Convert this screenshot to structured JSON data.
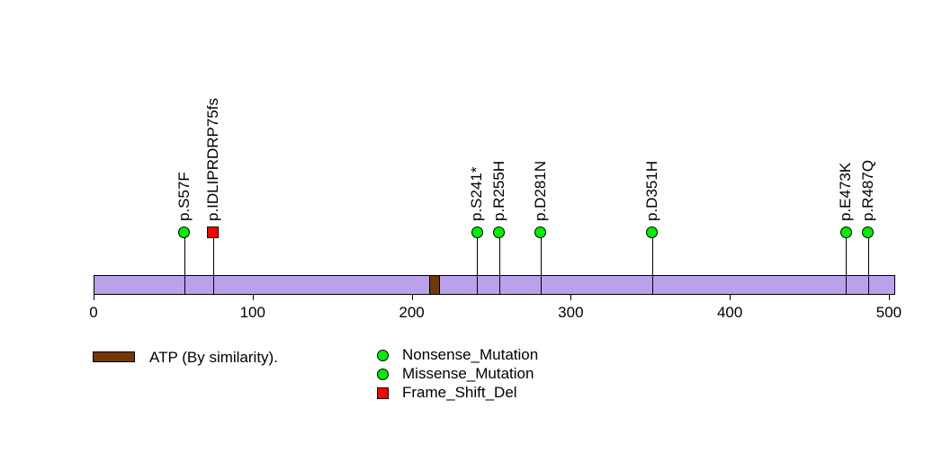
{
  "figure": {
    "background_color": "#FFFFFF",
    "text_color": "#000000"
  },
  "chart_data": {
    "type": "lollipop",
    "title": "",
    "xlabel": "",
    "ylabel": "",
    "axis": {
      "domain_min": 0,
      "domain_max": 504,
      "ticks": [
        0,
        100,
        200,
        300,
        400,
        500
      ],
      "grid": false
    },
    "protein_bar": {
      "start": 0,
      "end": 504,
      "fill_color": "#BAA1EB",
      "border_color": "#000000"
    },
    "domains": [
      {
        "name": "ATP (By similarity).",
        "start": 211,
        "end": 218,
        "fill_color": "#6E3907",
        "border_color": "#000000"
      }
    ],
    "mutations": [
      {
        "label": "p.S57F",
        "position": 57,
        "type": "Missense_Mutation",
        "shape": "circle",
        "color": "#00EE00"
      },
      {
        "label": "p.IDLIPRDRP75fs",
        "position": 75,
        "type": "Frame_Shift_Del",
        "shape": "square",
        "color": "#FF0000"
      },
      {
        "label": "p.S241*",
        "position": 241,
        "type": "Nonsense_Mutation",
        "shape": "circle",
        "color": "#00EE00"
      },
      {
        "label": "p.R255H",
        "position": 255,
        "type": "Missense_Mutation",
        "shape": "circle",
        "color": "#00EE00"
      },
      {
        "label": "p.D281N",
        "position": 281,
        "type": "Missense_Mutation",
        "shape": "circle",
        "color": "#00EE00"
      },
      {
        "label": "p.D351H",
        "position": 351,
        "type": "Missense_Mutation",
        "shape": "circle",
        "color": "#00EE00"
      },
      {
        "label": "p.E473K",
        "position": 473,
        "type": "Missense_Mutation",
        "shape": "circle",
        "color": "#00EE00"
      },
      {
        "label": "p.R487Q",
        "position": 487,
        "type": "Missense_Mutation",
        "shape": "circle",
        "color": "#00EE00"
      }
    ],
    "legend": {
      "domain_items": [
        {
          "swatch": "rect",
          "color": "#6E3907",
          "label": "ATP (By similarity)."
        }
      ],
      "mutation_items": [
        {
          "swatch": "circle",
          "color": "#00EE00",
          "label": "Nonsense_Mutation"
        },
        {
          "swatch": "circle",
          "color": "#00EE00",
          "label": "Missense_Mutation"
        },
        {
          "swatch": "square",
          "color": "#FF0000",
          "label": "Frame_Shift_Del"
        }
      ],
      "legend_position": "bottom"
    }
  }
}
